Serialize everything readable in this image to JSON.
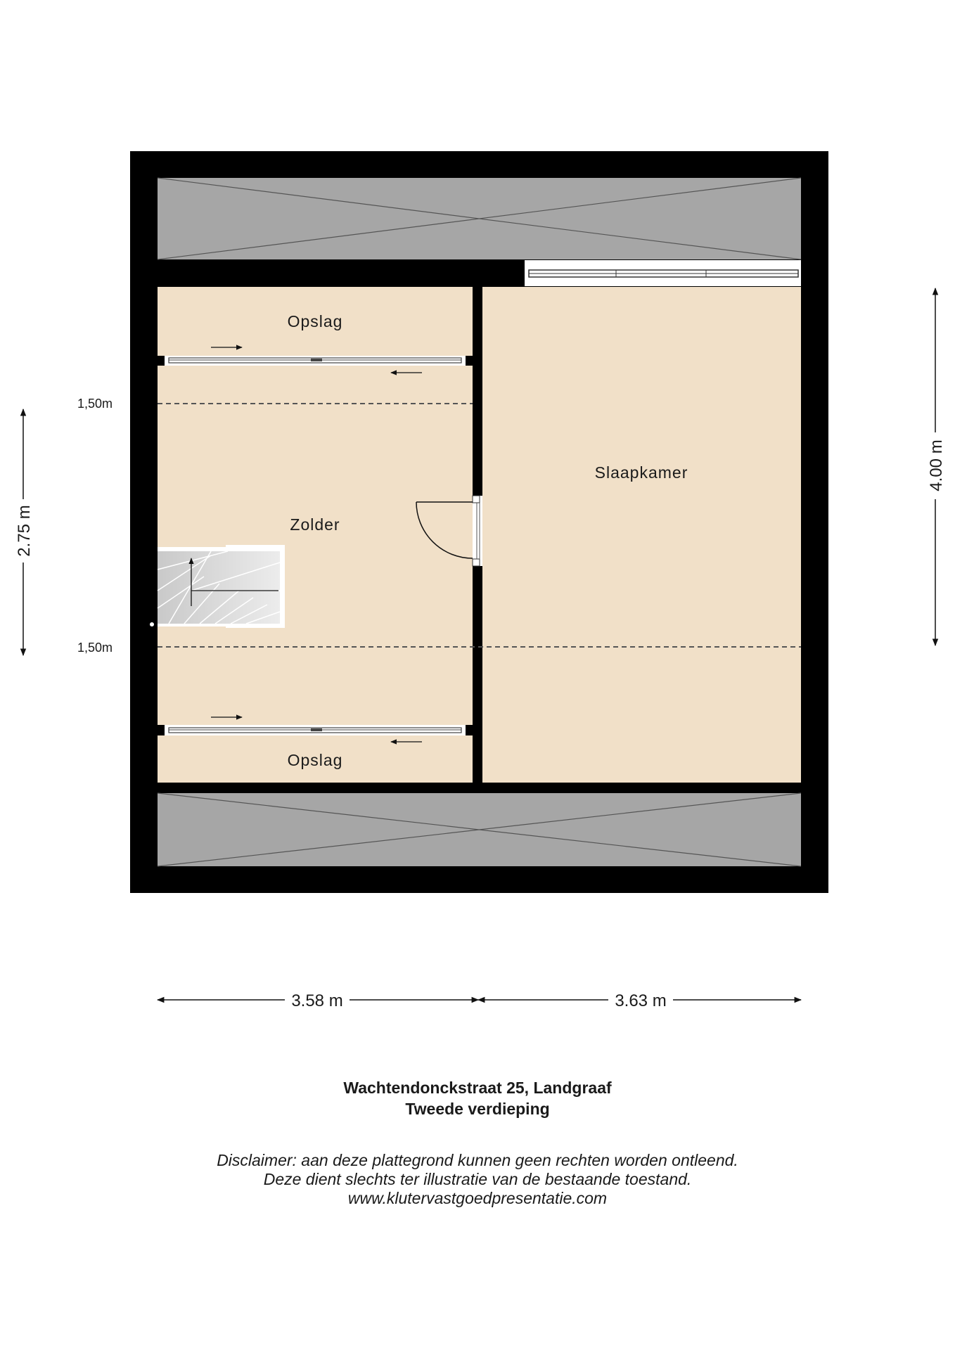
{
  "rooms": {
    "opslag_top": "Opslag",
    "zolder": "Zolder",
    "slaapkamer": "Slaapkamer",
    "opslag_bottom": "Opslag"
  },
  "heights": {
    "upper": "1,50m",
    "lower": "1,50m"
  },
  "dimensions": {
    "left_height": "2.75 m",
    "right_height": "4.00 m",
    "bottom_left_width": "3.58 m",
    "bottom_right_width": "3.63 m"
  },
  "caption": {
    "address": "Wachtendonckstraat 25, Landgraaf",
    "floor": "Tweede verdieping"
  },
  "disclaimer": {
    "line1": "Disclaimer: aan deze plattegrond kunnen geen rechten worden ontleend.",
    "line2": "Deze dient slechts ter illustratie van de bestaande toestand.",
    "line3": "www.klutervastgoedpresentatie.com"
  },
  "colors": {
    "wall": "#000000",
    "floor": "#f1e0c8",
    "void": "#a6a6a6",
    "stairs": "#dcdcdc"
  }
}
